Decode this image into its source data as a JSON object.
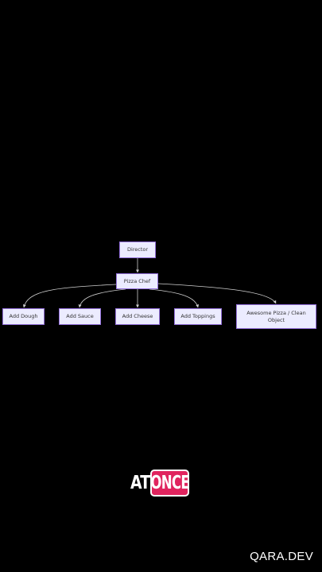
{
  "diagram": {
    "nodes": {
      "director": "Director",
      "pizza_chef": "Pizza Chef",
      "add_dough": "Add Dough",
      "add_sauce": "Add Sauce",
      "add_cheese": "Add Cheese",
      "add_toppings": "Add Toppings",
      "awesome_pizza": "Awesome Pizza / Clean Object"
    },
    "edges": [
      {
        "from": "director",
        "to": "pizza_chef"
      },
      {
        "from": "pizza_chef",
        "to": "add_dough"
      },
      {
        "from": "pizza_chef",
        "to": "add_sauce"
      },
      {
        "from": "pizza_chef",
        "to": "add_cheese"
      },
      {
        "from": "pizza_chef",
        "to": "add_toppings"
      },
      {
        "from": "pizza_chef",
        "to": "awesome_pizza"
      }
    ],
    "colors": {
      "node_fill": "#ececff",
      "node_border": "#9370db",
      "edge": "#cfcfcf"
    }
  },
  "logo": {
    "part1": "AT",
    "part2": "ONCE",
    "accent_color": "#e0245e"
  },
  "watermark": "QARA.DEV"
}
